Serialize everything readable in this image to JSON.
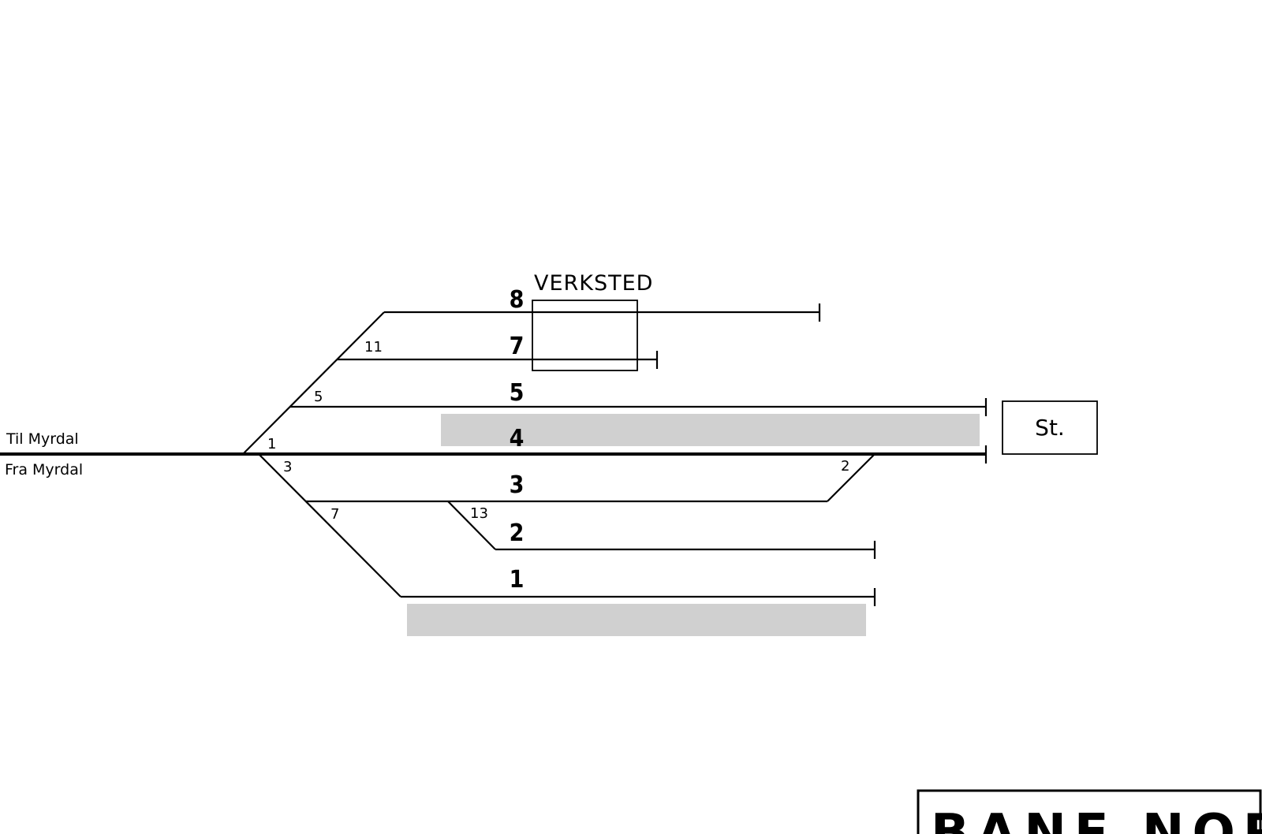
{
  "directions": {
    "to": "Til Myrdal",
    "from": "Fra Myrdal"
  },
  "workshop": {
    "label": "VERKSTED"
  },
  "station_building": {
    "label": "St."
  },
  "tracks": [
    "8",
    "7",
    "5",
    "4",
    "3",
    "2",
    "1"
  ],
  "switches": [
    "11",
    "5",
    "1",
    "3",
    "2",
    "7",
    "13"
  ],
  "logo": {
    "text": "BANE NOR"
  }
}
